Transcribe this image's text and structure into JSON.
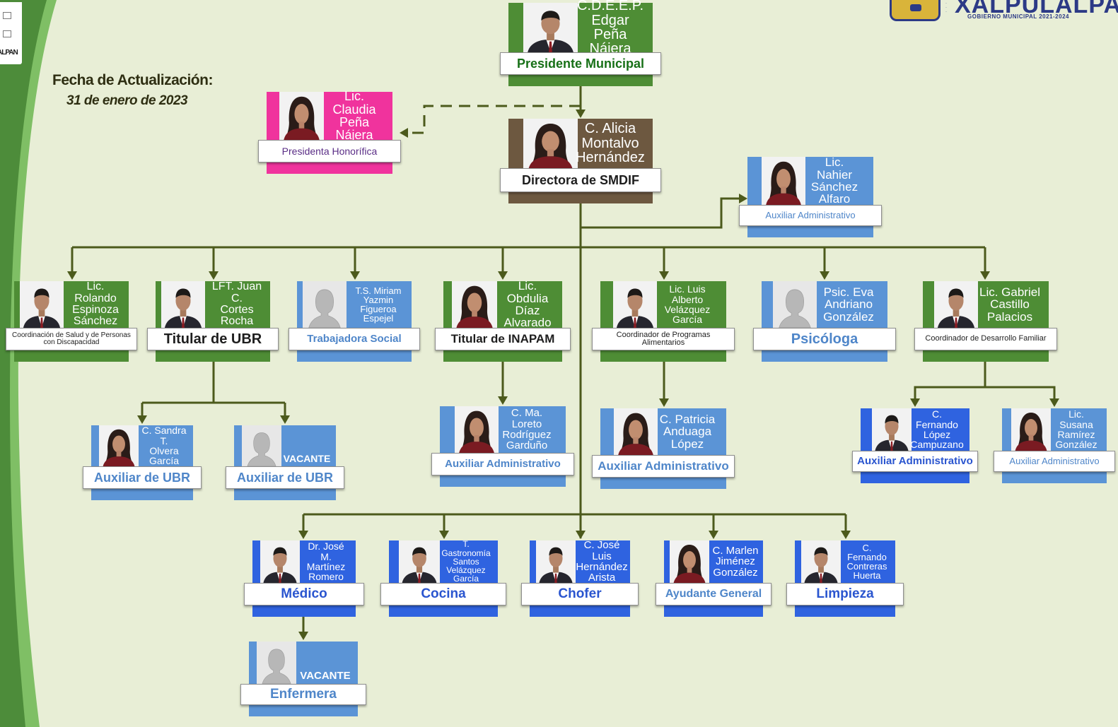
{
  "colors": {
    "background": "#e8eed6",
    "left_band_dark": "#4d8c3a",
    "left_band_light": "#7fbf65",
    "connector": "#4c5a1c",
    "green": "#4e8d35",
    "blue": "#5b94d6",
    "royal_blue": "#2f63e0",
    "brown": "#6d5840",
    "magenta": "#f0339d",
    "role_dark": "#1e1e1e",
    "role_green": "#177017",
    "role_purple": "#5a2d86",
    "role_blue": "#4f86c9",
    "role_royal": "#2a55cf"
  },
  "header": {
    "logo_name": "XALPULALPAN",
    "logo_subtitle": "GOBIERNO MUNICIPAL 2021-2024",
    "left_logo_text": "ALPAN",
    "update_label": "Fecha de Actualización:",
    "update_date": "31 de enero de 2023"
  },
  "org_chart": {
    "nodes": [
      {
        "id": "presidente",
        "name_lines": [
          "C.D.E.E.P.",
          "Edgar Peña",
          "Nájera"
        ],
        "role": "Presidente Municipal",
        "color": "green",
        "role_color": "role_green",
        "photo": "male",
        "icon": "person-photo-icon"
      },
      {
        "id": "honorifica",
        "name_lines": [
          "Lic. Claudia",
          "Peña",
          "Nájera"
        ],
        "role": "Presidenta Honorífica",
        "color": "magenta",
        "role_color": "role_purple",
        "photo": "female",
        "icon": "person-photo-icon"
      },
      {
        "id": "directora",
        "name_lines": [
          "C. Alicia",
          "Montalvo",
          "Hernández"
        ],
        "role": "Directora de SMDIF",
        "color": "brown",
        "role_color": "role_dark",
        "photo": "female",
        "icon": "person-photo-icon"
      },
      {
        "id": "aux_dir",
        "name_lines": [
          "Lic. Nahier",
          "Sánchez",
          "Alfaro"
        ],
        "role": "Auxiliar Administrativo",
        "color": "blue",
        "role_color": "role_blue",
        "photo": "female",
        "icon": "person-photo-icon"
      },
      {
        "id": "salud",
        "name_lines": [
          "Lic. Rolando",
          "Espinoza",
          "Sánchez"
        ],
        "role": "Coordinación de Salud y de Personas con Discapacidad",
        "color": "green",
        "role_color": "role_dark",
        "photo": "male",
        "icon": "person-photo-icon"
      },
      {
        "id": "ubr",
        "name_lines": [
          "LFT. Juan C.",
          "Cortes",
          "Rocha"
        ],
        "role": "Titular de UBR",
        "color": "green",
        "role_color": "role_dark",
        "photo": "male",
        "icon": "person-photo-icon"
      },
      {
        "id": "social",
        "name_lines": [
          "T.S. Miriam",
          "Yazmin",
          "Figueroa",
          "Espejel"
        ],
        "role": "Trabajadora Social",
        "color": "blue",
        "role_color": "role_blue",
        "photo": "silhouette",
        "icon": "person-placeholder-icon"
      },
      {
        "id": "inapam",
        "name_lines": [
          "Lic. Obdulia",
          "Díaz",
          "Alvarado"
        ],
        "role": "Titular de INAPAM",
        "color": "green",
        "role_color": "role_dark",
        "photo": "female",
        "icon": "person-photo-icon"
      },
      {
        "id": "alimentarios",
        "name_lines": [
          "Lic. Luis Alberto",
          "Velázquez",
          "García"
        ],
        "role": "Coordinador de Programas Alimentarios",
        "color": "green",
        "role_color": "role_dark",
        "photo": "male",
        "icon": "person-photo-icon"
      },
      {
        "id": "psicologa",
        "name_lines": [
          "Psic. Eva",
          "Andriano",
          "González"
        ],
        "role": "Psicóloga",
        "color": "blue",
        "role_color": "role_blue",
        "photo": "silhouette",
        "icon": "person-placeholder-icon"
      },
      {
        "id": "familiar",
        "name_lines": [
          "Lic. Gabriel",
          "Castillo",
          "Palacios"
        ],
        "role": "Coordinador de Desarrollo Familiar",
        "color": "green",
        "role_color": "role_dark",
        "photo": "male",
        "icon": "person-photo-icon"
      },
      {
        "id": "aux_ubr1",
        "name_lines": [
          "C. Sandra T.",
          "Olvera",
          "García"
        ],
        "role": "Auxiliar de UBR",
        "color": "blue",
        "role_color": "role_blue",
        "photo": "female",
        "icon": "person-photo-icon"
      },
      {
        "id": "aux_ubr2",
        "name_lines": [
          "VACANTE"
        ],
        "role": "Auxiliar de UBR",
        "color": "blue",
        "role_color": "role_blue",
        "photo": "silhouette",
        "icon": "person-placeholder-icon"
      },
      {
        "id": "aux_inapam",
        "name_lines": [
          "C. Ma. Loreto",
          "Rodríguez",
          "Garduño"
        ],
        "role": "Auxiliar Administrativo",
        "color": "blue",
        "role_color": "role_blue",
        "photo": "female",
        "icon": "person-photo-icon"
      },
      {
        "id": "aux_alim",
        "name_lines": [
          "C. Patricia",
          "Anduaga",
          "López"
        ],
        "role": "Auxiliar Administrativo",
        "color": "blue",
        "role_color": "role_blue",
        "photo": "female",
        "icon": "person-photo-icon"
      },
      {
        "id": "aux_fam1",
        "name_lines": [
          "C. Fernando",
          "López",
          "Campuzano"
        ],
        "role": "Auxiliar Administrativo",
        "color": "royal_blue",
        "role_color": "role_royal",
        "photo": "male",
        "icon": "person-photo-icon"
      },
      {
        "id": "aux_fam2",
        "name_lines": [
          "Lic. Susana",
          "Ramírez",
          "González"
        ],
        "role": "Auxiliar Administrativo",
        "color": "blue",
        "role_color": "role_blue",
        "photo": "female",
        "icon": "person-photo-icon"
      },
      {
        "id": "medico",
        "name_lines": [
          "Dr. José M.",
          "Martínez",
          "Romero"
        ],
        "role": "Médico",
        "color": "royal_blue",
        "role_color": "role_royal",
        "photo": "male",
        "icon": "person-photo-icon"
      },
      {
        "id": "cocina",
        "name_lines": [
          "T. Gastronomía",
          "Santos",
          "Velázquez",
          "García"
        ],
        "role": "Cocina",
        "color": "royal_blue",
        "role_color": "role_royal",
        "photo": "male",
        "icon": "person-photo-icon"
      },
      {
        "id": "chofer",
        "name_lines": [
          "C. José Luis",
          "Hernández",
          "Arista"
        ],
        "role": "Chofer",
        "color": "royal_blue",
        "role_color": "role_royal",
        "photo": "male",
        "icon": "person-photo-icon"
      },
      {
        "id": "ayudante",
        "name_lines": [
          "C. Marlen",
          "Jiménez",
          "González"
        ],
        "role": "Ayudante General",
        "color": "royal_blue",
        "role_color": "role_blue",
        "photo": "female",
        "icon": "person-photo-icon"
      },
      {
        "id": "limpieza",
        "name_lines": [
          "C. Fernando",
          "Contreras",
          "Huerta"
        ],
        "role": "Limpieza",
        "color": "royal_blue",
        "role_color": "role_royal",
        "photo": "male",
        "icon": "person-photo-icon"
      },
      {
        "id": "enfermera",
        "name_lines": [
          "VACANTE"
        ],
        "role": "Enfermera",
        "color": "blue",
        "role_color": "role_blue",
        "photo": "silhouette",
        "icon": "person-placeholder-icon"
      }
    ],
    "edges": [
      {
        "from": "presidente",
        "to": "directora",
        "style": "solid"
      },
      {
        "from": "directora",
        "to": "honorifica",
        "style": "dashed"
      },
      {
        "from": "directora",
        "to": "aux_dir",
        "style": "solid"
      },
      {
        "from": "directora",
        "to": "salud",
        "style": "solid"
      },
      {
        "from": "directora",
        "to": "ubr",
        "style": "solid"
      },
      {
        "from": "directora",
        "to": "social",
        "style": "solid"
      },
      {
        "from": "directora",
        "to": "inapam",
        "style": "solid"
      },
      {
        "from": "directora",
        "to": "alimentarios",
        "style": "solid"
      },
      {
        "from": "directora",
        "to": "psicologa",
        "style": "solid"
      },
      {
        "from": "directora",
        "to": "familiar",
        "style": "solid"
      },
      {
        "from": "ubr",
        "to": "aux_ubr1",
        "style": "solid"
      },
      {
        "from": "ubr",
        "to": "aux_ubr2",
        "style": "solid"
      },
      {
        "from": "inapam",
        "to": "aux_inapam",
        "style": "solid"
      },
      {
        "from": "alimentarios",
        "to": "aux_alim",
        "style": "solid"
      },
      {
        "from": "familiar",
        "to": "aux_fam1",
        "style": "solid"
      },
      {
        "from": "familiar",
        "to": "aux_fam2",
        "style": "solid"
      },
      {
        "from": "directora",
        "to": "medico",
        "style": "solid"
      },
      {
        "from": "directora",
        "to": "cocina",
        "style": "solid"
      },
      {
        "from": "directora",
        "to": "chofer",
        "style": "solid"
      },
      {
        "from": "directora",
        "to": "ayudante",
        "style": "solid"
      },
      {
        "from": "directora",
        "to": "limpieza",
        "style": "solid"
      },
      {
        "from": "medico",
        "to": "enfermera",
        "style": "solid"
      }
    ]
  }
}
